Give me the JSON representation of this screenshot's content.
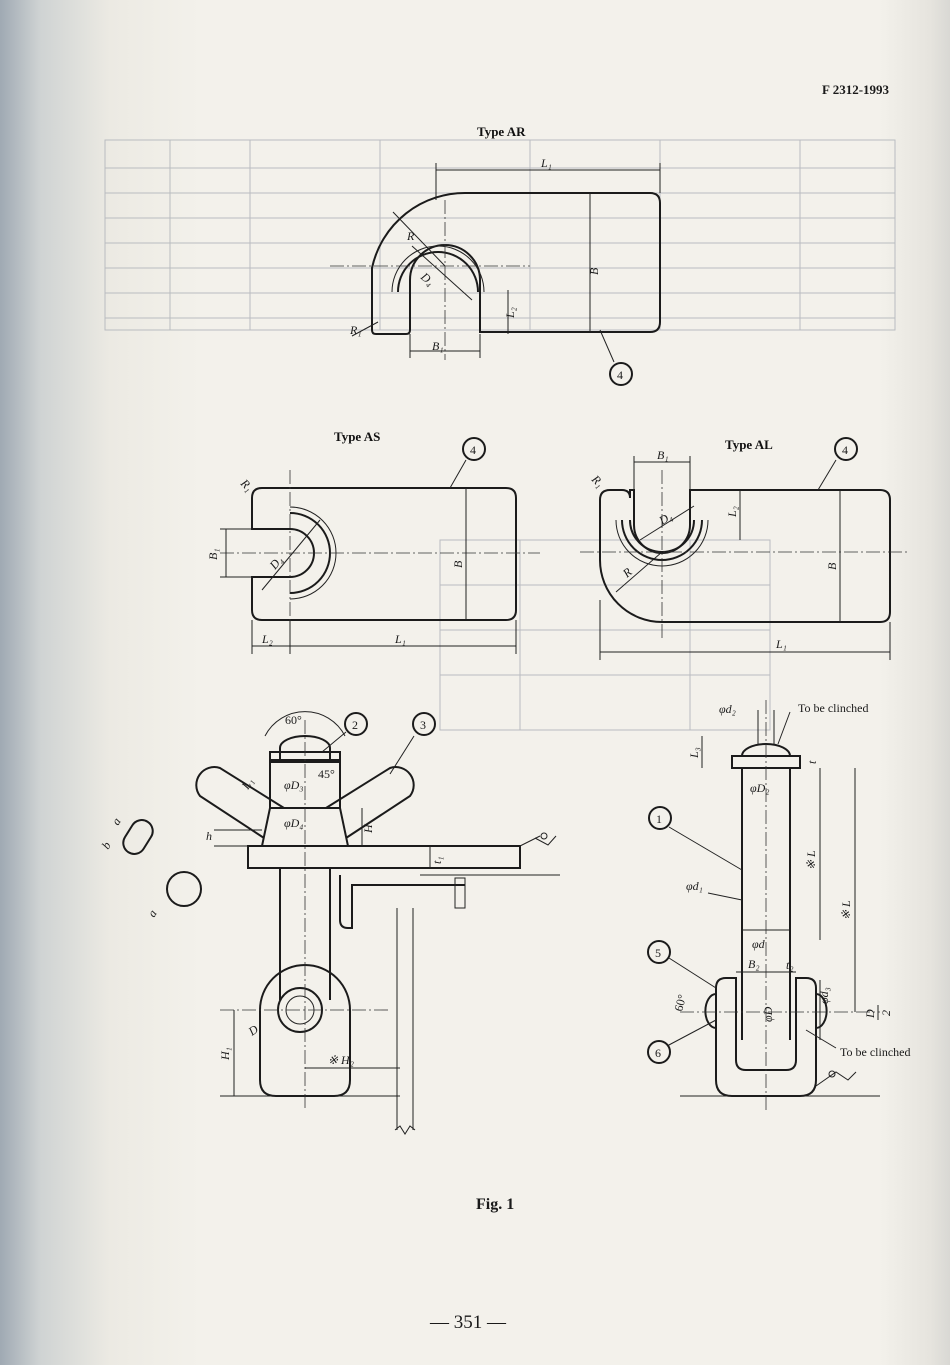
{
  "header": {
    "standard_code": "F 2312-1993"
  },
  "views": {
    "type_ar": {
      "title": "Type AR",
      "labels": {
        "l1": "L₁",
        "r": "R",
        "d4": "D₄",
        "b": "B",
        "l2": "L₂",
        "r1": "R₁",
        "b1": "B₁"
      },
      "balloon": "4"
    },
    "type_as": {
      "title": "Type AS",
      "labels": {
        "r1": "R₁",
        "b1": "B₁",
        "d4": "D₄",
        "b": "B",
        "l2": "L₂",
        "l1": "L₁"
      },
      "balloon": "4"
    },
    "type_al": {
      "title": "Type AL",
      "labels": {
        "b1": "B₁",
        "r1": "R₁",
        "d4": "D₄",
        "l2": "L₂",
        "r": "R",
        "b": "B",
        "l1": "L₁"
      },
      "balloon": "4"
    },
    "wing_assembly": {
      "labels": {
        "angle_60": "60°",
        "angle_45": "45°",
        "d3": "φD₃",
        "d4": "φD₄",
        "l1": "L₁",
        "h": "h",
        "H": "H",
        "t1": "t₁",
        "a1": "a",
        "a2": "a",
        "b": "b",
        "d": "D",
        "h1": "H₁",
        "h2": "※ H₂"
      },
      "balloons": [
        "2",
        "3"
      ]
    },
    "pin_assembly": {
      "labels": {
        "d2_small": "φd₂",
        "clinched_top": "To be clinched",
        "l3": "L₃",
        "t": "t",
        "d2": "φD₂",
        "l_inner": "※ L",
        "l_outer": "※ L",
        "d1": "φd₁",
        "d": "φd",
        "b2": "B₂",
        "t2": "t₂",
        "d3": "φd₃",
        "angle_60": "60°",
        "d_pin": "φD",
        "half_d": "D",
        "half_den": "2",
        "clinched_bottom": "To be clinched"
      },
      "balloons": [
        "1",
        "5",
        "6"
      ]
    }
  },
  "figure_caption": "Fig. 1",
  "page_number": "— 351 —"
}
